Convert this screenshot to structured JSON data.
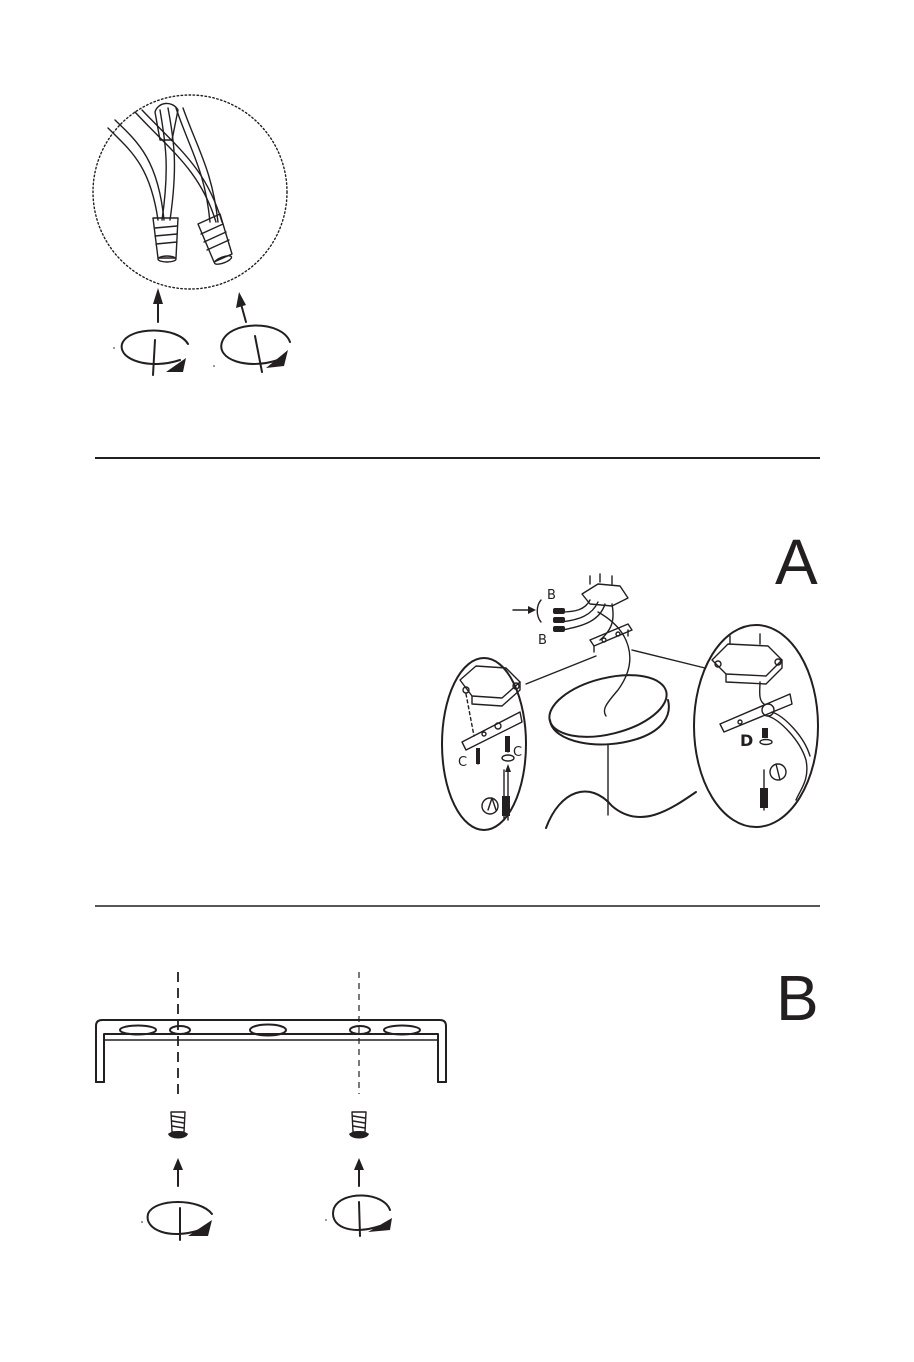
{
  "sections": {
    "a": {
      "letter": "A"
    },
    "b": {
      "letter": "B"
    }
  },
  "parts": {
    "b_label_top": "B",
    "b_label_bottom": "B",
    "c_label_left": "C",
    "c_label_right": "C",
    "d_label": "D"
  },
  "colors": {
    "ink": "#231f20",
    "paper": "#ffffff"
  }
}
